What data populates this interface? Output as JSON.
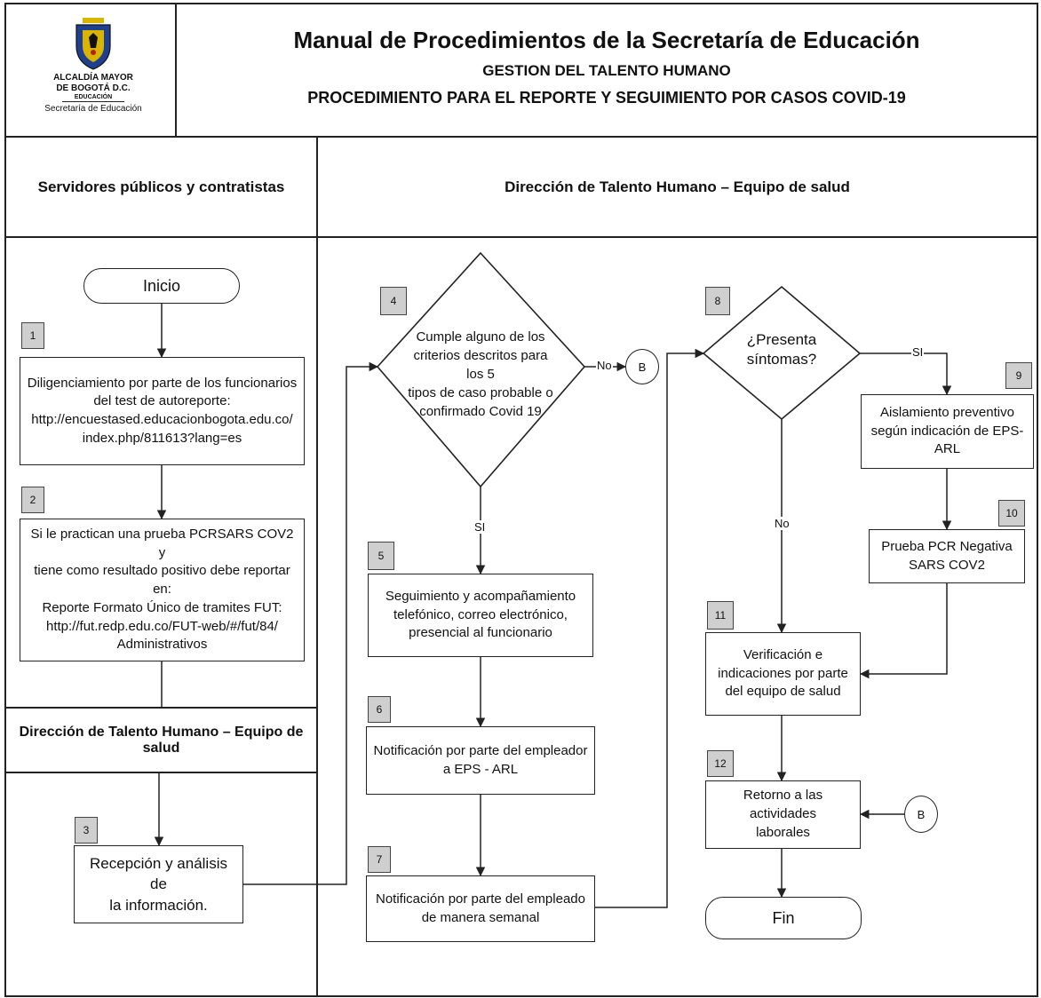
{
  "header": {
    "logo_lines": [
      "ALCALDÍA MAYOR",
      "DE BOGOTÁ D.C.",
      "EDUCACIÓN",
      "Secretaría de Educación"
    ],
    "title": "Manual de Procedimientos de la Secretaría de Educación",
    "subtitle": "GESTION DEL TALENTO HUMANO",
    "procedure": "PROCEDIMIENTO PARA EL REPORTE Y SEGUIMIENTO POR CASOS COVID-19"
  },
  "lanes": {
    "left": "Servidores públicos y contratistas",
    "right": "Dirección de Talento Humano – Equipo de salud",
    "left_lower": "Dirección de Talento Humano – Equipo de salud"
  },
  "flow": {
    "start": "Inicio",
    "end": "Fin",
    "connector": "B",
    "steps": [
      {
        "n": "1",
        "text": "Diligenciamiento por parte de los funcionarios\ndel test de autoreporte:\nhttp://encuestased.educacionbogota.edu.co/\nindex.php/811613?lang=es"
      },
      {
        "n": "2",
        "text": "Si le practican una prueba PCRSARS COV2 y\ntiene como resultado positivo debe reportar\nen:\nReporte Formato Único de tramites FUT:\nhttp://fut.redp.edu.co/FUT-web/#/fut/84/\nAdministrativos"
      },
      {
        "n": "3",
        "text": "Recepción y análisis de\nla información."
      },
      {
        "n": "4",
        "text": "Cumple alguno de los\ncriterios descritos para los 5\ntipos de caso probable o\nconfirmado Covid 19"
      },
      {
        "n": "5",
        "text": "Seguimiento y acompañamiento\ntelefónico, correo electrónico,\npresencial al funcionario"
      },
      {
        "n": "6",
        "text": "Notificación por parte del empleador\na EPS - ARL"
      },
      {
        "n": "7",
        "text": "Notificación por parte del empleado\nde manera semanal"
      },
      {
        "n": "8",
        "text": "¿Presenta\nsíntomas?"
      },
      {
        "n": "9",
        "text": "Aislamiento preventivo\nsegún indicación de EPS-\nARL"
      },
      {
        "n": "10",
        "text": "Prueba  PCR Negativa\nSARS COV2"
      },
      {
        "n": "11",
        "text": "Verificación e\nindicaciones por parte\ndel equipo de salud"
      },
      {
        "n": "12",
        "text": "Retorno a las actividades\nlaborales"
      }
    ],
    "labels": {
      "no4": "No",
      "si4": "SI",
      "si8": "SI",
      "no8": "No"
    }
  },
  "colors": {
    "line": "#222222",
    "number_tag": "#cfcfcf"
  }
}
